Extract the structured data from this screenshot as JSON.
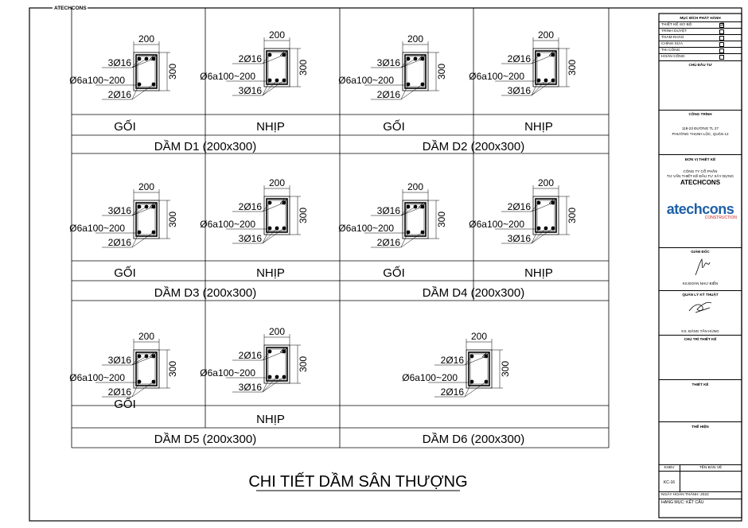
{
  "brand_header": "ATECHCONS",
  "drawing_title": "CHI TIẾT DẦM SÂN THƯỢNG",
  "labels": {
    "support": "GỐI",
    "span": "NHỊP",
    "width": "200",
    "height": "300",
    "stirrup": "Ø6a100~200"
  },
  "beams": [
    {
      "name": "DẦM D1 (200x300)",
      "support_top": "3Ø16",
      "support_bottom": "2Ø16",
      "span_top": "2Ø16",
      "span_bottom": "3Ø16"
    },
    {
      "name": "DẦM D2 (200x300)",
      "support_top": "3Ø16",
      "support_bottom": "2Ø16",
      "span_top": "2Ø16",
      "span_bottom": "3Ø16"
    },
    {
      "name": "DẦM D3 (200x300)",
      "support_top": "3Ø16",
      "support_bottom": "2Ø16",
      "span_top": "2Ø16",
      "span_bottom": "3Ø16"
    },
    {
      "name": "DẦM D4 (200x300)",
      "support_top": "3Ø16",
      "support_bottom": "2Ø16",
      "span_top": "2Ø16",
      "span_bottom": "3Ø16"
    },
    {
      "name": "DẦM D5 (200x300)",
      "support_top": "3Ø16",
      "support_bottom": "2Ø16",
      "span_top": "2Ø16",
      "span_bottom": "3Ø16"
    },
    {
      "name": "DẦM D6 (200x300)",
      "single_top": "2Ø16",
      "single_bottom": "2Ø16"
    }
  ],
  "title_block": {
    "purpose_title": "MỤC ĐÍCH PHÁT HÀNH",
    "purposes": [
      {
        "label": "THIẾT KẾ SƠ BỘ",
        "mark": "☒"
      },
      {
        "label": "TRÌNH DUYỆT",
        "mark": ""
      },
      {
        "label": "THAM KHẢO",
        "mark": ""
      },
      {
        "label": "CHỈNH SỬA",
        "mark": ""
      },
      {
        "label": "THI CÔNG",
        "mark": ""
      },
      {
        "label": "HOÀN CÔNG",
        "mark": ""
      }
    ],
    "investor_title": "CHỦ ĐẦU TƯ",
    "project_title": "CÔNG TRÌNH",
    "project_address_1": "118-23 ĐƯỜNG TL 27",
    "project_address_2": "PHƯỜNG THẠNH LỘC, QUẬN 12",
    "designer_title": "ĐƠN VỊ THIẾT KẾ",
    "designer_line_1": "CÔNG TY CỔ PHẦN",
    "designer_line_2": "TƯ VẤN THIẾT KẾ ĐẦU TƯ XÂY DỰNG",
    "designer_name": "ATECHCONS",
    "logo_text": "atechcons",
    "logo_sub": "CONSTRUCTION",
    "director_title": "GIÁM ĐỐC",
    "director_name": "KS.ĐOÀN NHƯ BIỂN",
    "tech_manager_title": "QUẢN LÝ KỸ THUẬT",
    "tech_manager_name": "KS. ĐẶNG TẤN HÙNG",
    "lead_designer_title": "CHỦ TRÌ THIẾT KẾ",
    "design_title": "THIẾT KẾ",
    "drafter_title": "THỂ HIỆN",
    "sheet_code_label": "KHBV",
    "sheet_name_label": "TÊN BẢN VẼ",
    "sheet_code": "KC-16",
    "completion_date": "NGÀY HOÀN THÀNH: 2022",
    "category": "HẠNG MỤC: KẾT CẤU"
  }
}
